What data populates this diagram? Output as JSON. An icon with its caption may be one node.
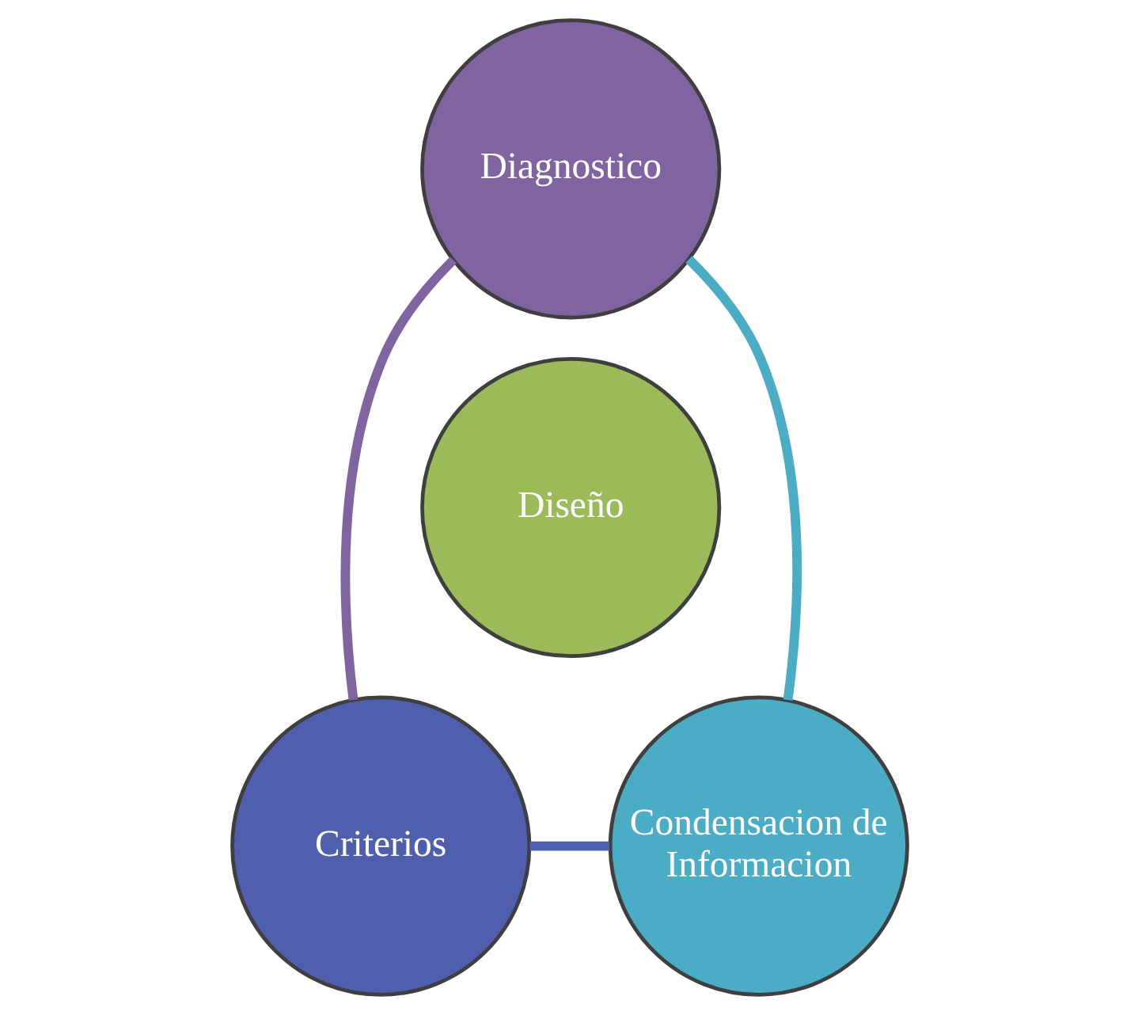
{
  "diagram": {
    "nodes": [
      {
        "text": [
          "Diagnostico"
        ]
      },
      {
        "text": [
          "Diseño"
        ]
      },
      {
        "text": [
          "Condensacion de Informacion"
        ]
      },
      {
        "text": [
          "Criterios"
        ]
      }
    ],
    "edges": [
      {
        "from": 0,
        "to": 3,
        "arrow": "none",
        "color": "#8064a2"
      },
      {
        "from": 3,
        "to": 2,
        "arrow": "none",
        "color": "#4f5fad"
      },
      {
        "from": 2,
        "to": 0,
        "arrow": "none",
        "color": "#4bacc6"
      }
    ]
  }
}
